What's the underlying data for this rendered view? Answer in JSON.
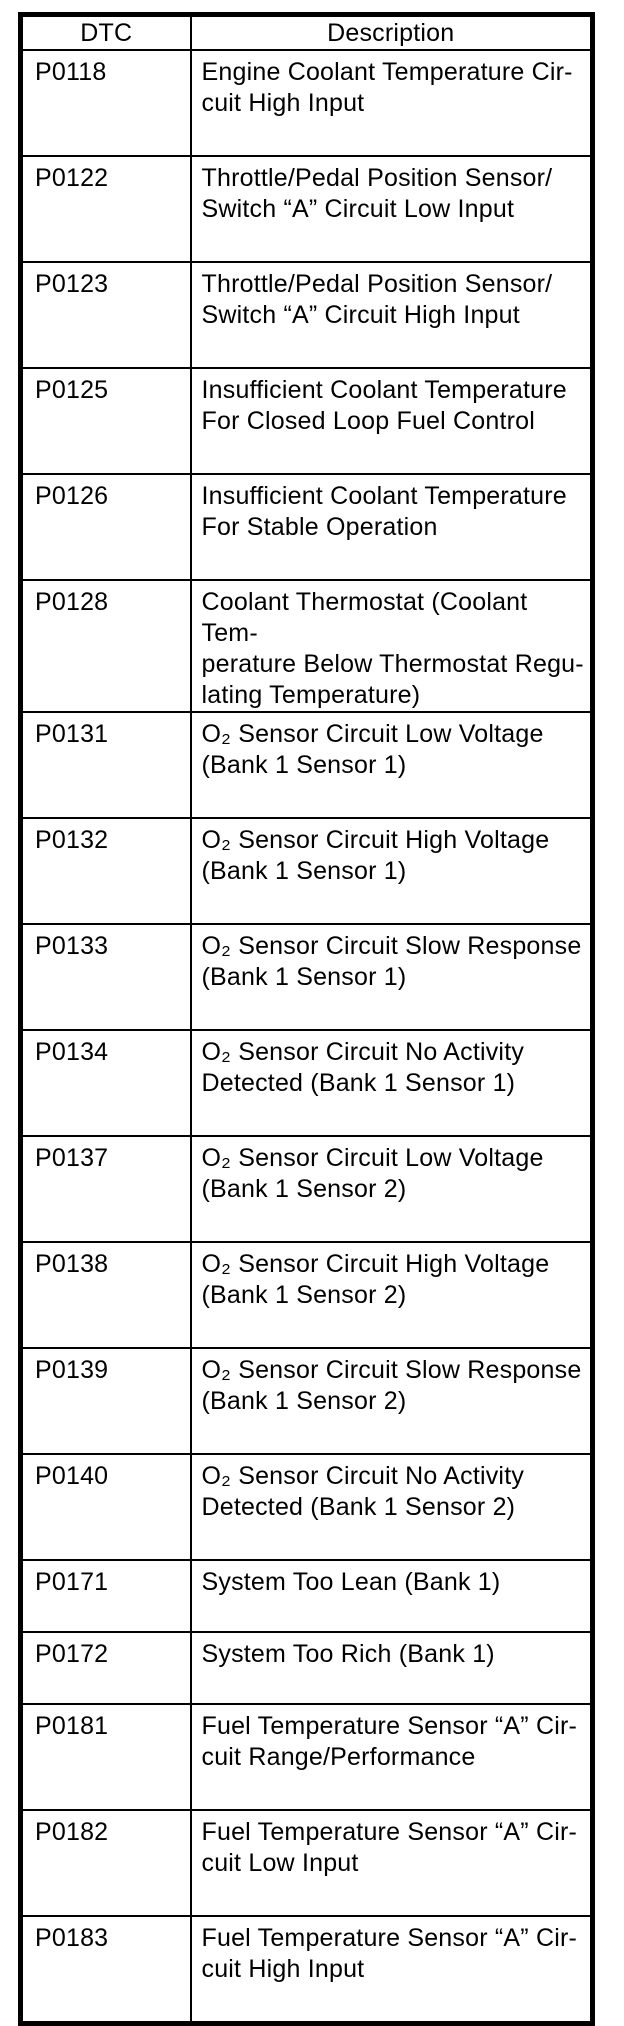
{
  "colors": {
    "background": "#ffffff",
    "border": "#000000",
    "text": "#000000"
  },
  "table": {
    "columns": [
      "DTC",
      "Description"
    ],
    "rows": [
      {
        "dtc": "P0118",
        "description_lines": [
          "Engine Coolant Temperature Cir-",
          "cuit High Input"
        ]
      },
      {
        "dtc": "P0122",
        "description_lines": [
          "Throttle/Pedal Position Sensor/",
          "Switch “A” Circuit Low Input"
        ]
      },
      {
        "dtc": "P0123",
        "description_lines": [
          "Throttle/Pedal Position Sensor/",
          "Switch “A” Circuit High Input"
        ]
      },
      {
        "dtc": "P0125",
        "description_lines": [
          "Insufficient Coolant Temperature",
          "For Closed Loop Fuel Control"
        ]
      },
      {
        "dtc": "P0126",
        "description_lines": [
          "Insufficient Coolant Temperature",
          "For Stable Operation"
        ]
      },
      {
        "dtc": "P0128",
        "description_lines": [
          "Coolant Thermostat (Coolant Tem-",
          "perature Below Thermostat Regu-",
          "lating Temperature)"
        ]
      },
      {
        "dtc": "P0131",
        "description_lines": [
          "O₂ Sensor Circuit Low Voltage",
          "(Bank 1 Sensor 1)"
        ]
      },
      {
        "dtc": "P0132",
        "description_lines": [
          "O₂ Sensor Circuit High Voltage",
          "(Bank 1 Sensor 1)"
        ]
      },
      {
        "dtc": "P0133",
        "description_lines": [
          "O₂ Sensor Circuit Slow Response",
          "(Bank 1 Sensor 1)"
        ]
      },
      {
        "dtc": "P0134",
        "description_lines": [
          "O₂ Sensor Circuit No Activity",
          "Detected (Bank 1 Sensor 1)"
        ]
      },
      {
        "dtc": "P0137",
        "description_lines": [
          "O₂ Sensor Circuit Low Voltage",
          "(Bank 1 Sensor 2)"
        ]
      },
      {
        "dtc": "P0138",
        "description_lines": [
          "O₂ Sensor Circuit High Voltage",
          "(Bank 1 Sensor 2)"
        ]
      },
      {
        "dtc": "P0139",
        "description_lines": [
          "O₂ Sensor Circuit Slow Response",
          "(Bank 1 Sensor 2)"
        ]
      },
      {
        "dtc": "P0140",
        "description_lines": [
          "O₂ Sensor Circuit No Activity",
          "Detected (Bank 1 Sensor 2)"
        ]
      },
      {
        "dtc": "P0171",
        "description_lines": [
          "System Too Lean (Bank 1)"
        ]
      },
      {
        "dtc": "P0172",
        "description_lines": [
          "System Too Rich (Bank 1)"
        ]
      },
      {
        "dtc": "P0181",
        "description_lines": [
          "Fuel Temperature Sensor “A” Cir-",
          "cuit Range/Performance"
        ]
      },
      {
        "dtc": "P0182",
        "description_lines": [
          "Fuel Temperature Sensor “A” Cir-",
          "cuit Low Input"
        ]
      },
      {
        "dtc": "P0183",
        "description_lines": [
          "Fuel Temperature Sensor “A” Cir-",
          "cuit High Input"
        ]
      }
    ]
  }
}
